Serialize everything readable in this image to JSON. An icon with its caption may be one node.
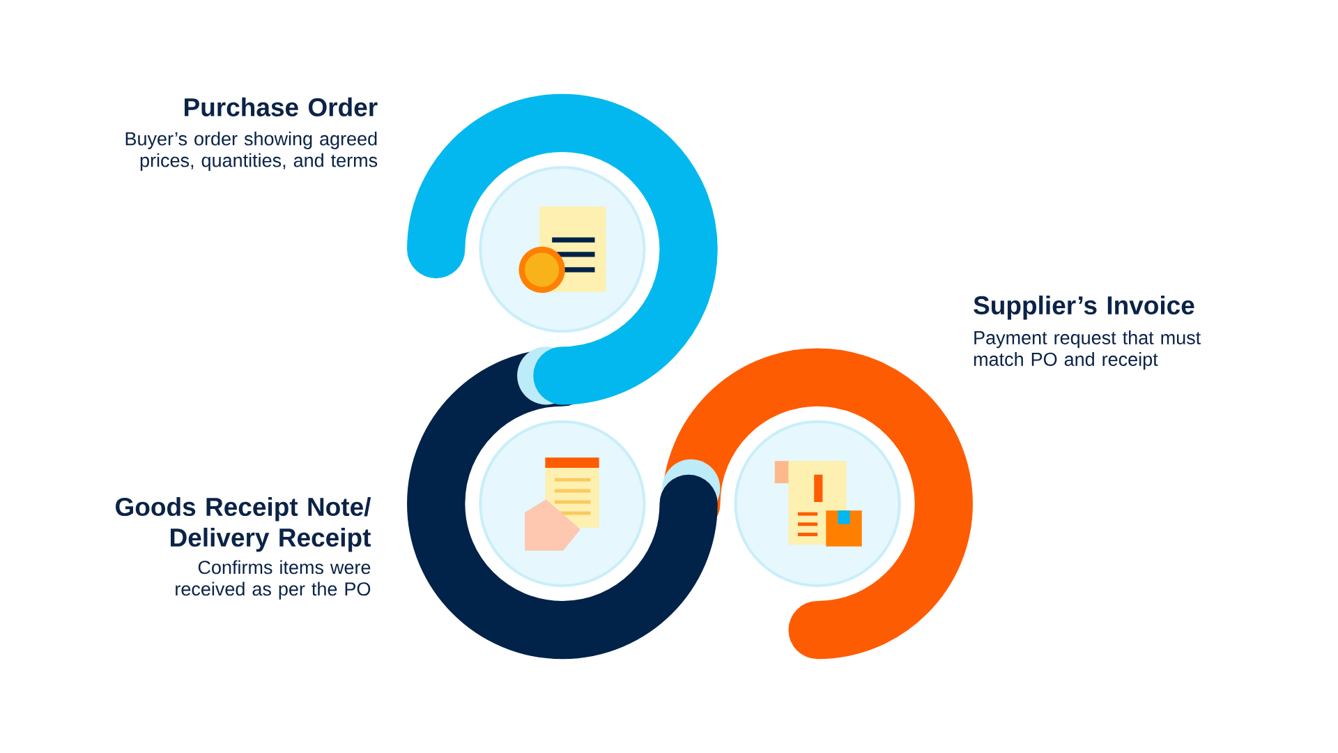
{
  "diagram": {
    "labels": [
      "Purchase Order",
      "Buyer’s order showing agreed prices, quantities, and terms",
      "Supplier’s Invoice",
      "Payment request that must match PO and receipt",
      "Goods Receipt Note/ Delivery Receipt",
      "Confirms items were received as per the PO"
    ]
  }
}
